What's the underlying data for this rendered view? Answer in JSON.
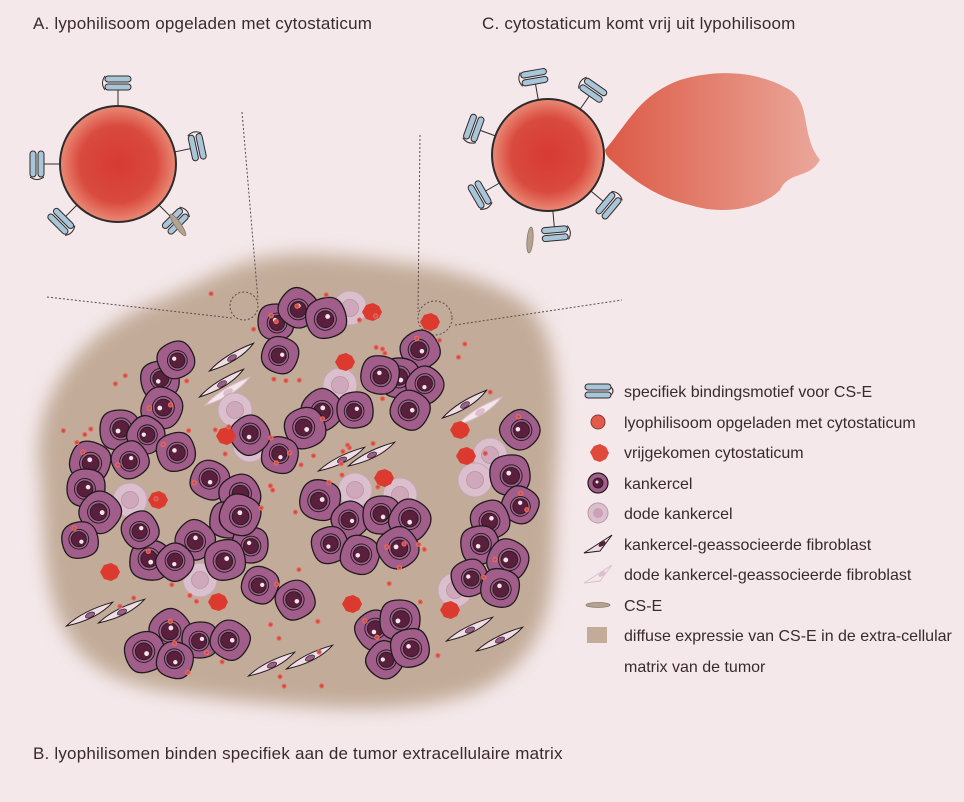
{
  "captions": {
    "a": "A. lypohilisoom opgeladen met cytostaticum",
    "b": "B. lyophilisomen binden specifiek aan de tumor extracellulaire matrix",
    "c": "C. cytostaticum komt vrij uit lypohilisoom"
  },
  "legend": [
    {
      "icon": "binding-motif-icon",
      "label": "specifiek bindingsmotief voor CS-E"
    },
    {
      "icon": "lyophilisome-icon",
      "label": "lyophilisoom opgeladen met cytostaticum"
    },
    {
      "icon": "released-drug-icon",
      "label": "vrijgekomen cytostaticum"
    },
    {
      "icon": "cancer-cell-icon",
      "label": "kankercel"
    },
    {
      "icon": "dead-cancer-cell-icon",
      "label": "dode kankercel"
    },
    {
      "icon": "caf-icon",
      "label": "kankercel-geassocieerde fibroblast"
    },
    {
      "icon": "dead-caf-icon",
      "label": "dode kankercel-geassocieerde fibroblast"
    },
    {
      "icon": "cse-icon",
      "label": "CS-E"
    },
    {
      "icon": "ecm-swatch-icon",
      "label": "diffuse expressie van CS-E in de extra-cellular matrix van de tumor"
    }
  ],
  "colors": {
    "background": "#f4e8ea",
    "matrix": "#c2ab98",
    "cancer_cell": "#a25e8a",
    "cancer_nucleus": "#5a1f3c",
    "dead_cell": "#dcbfcc",
    "drug_red": "#d9392e",
    "motif_blue": "#a9c6d8",
    "cse": "#b5a290"
  }
}
